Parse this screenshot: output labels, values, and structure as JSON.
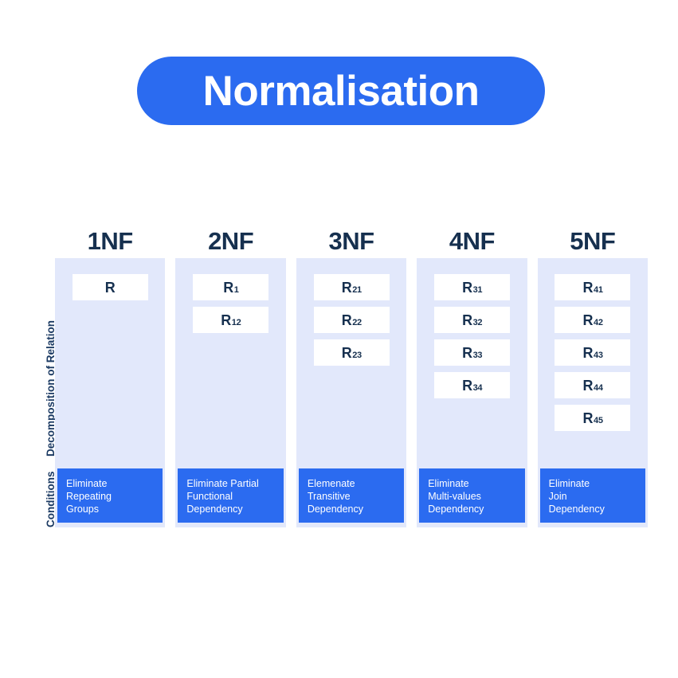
{
  "title": {
    "text": "Normalisation",
    "pill_color": "#2b6bf0",
    "text_color": "#ffffff"
  },
  "axis_labels": {
    "decomposition": "Decomposition of Relation",
    "conditions": "Conditions"
  },
  "colors": {
    "accent_blue": "#2b6bf0",
    "panel_lavender": "#e2e8fb",
    "heading_navy": "#16304f",
    "box_white": "#ffffff"
  },
  "chart_data": {
    "type": "table",
    "title": "Normalisation",
    "row_labels": [
      "Decomposition of Relation",
      "Conditions"
    ],
    "categories": [
      "1NF",
      "2NF",
      "3NF",
      "4NF",
      "5NF"
    ],
    "relations": [
      [
        "R"
      ],
      [
        "R1",
        "R12"
      ],
      [
        "R21",
        "R22",
        "R23"
      ],
      [
        "R31",
        "R32",
        "R33",
        "R34"
      ],
      [
        "R41",
        "R42",
        "R43",
        "R44",
        "R45"
      ]
    ],
    "relation_counts": [
      1,
      2,
      3,
      4,
      5
    ],
    "conditions": [
      "Eliminate Repeating Groups",
      "Eliminate Partial Functional Dependency",
      "Elemenate Transitive Dependency",
      "Eliminate Multi-values Dependency",
      "Eliminate Join Dependency"
    ]
  },
  "columns": [
    {
      "header": "1NF",
      "boxes": [
        {
          "base": "R",
          "sub": ""
        }
      ],
      "condition_lines": [
        "Eliminate",
        "Repeating",
        "Groups"
      ]
    },
    {
      "header": "2NF",
      "boxes": [
        {
          "base": "R",
          "sub": "1"
        },
        {
          "base": "R",
          "sub": "12"
        }
      ],
      "condition_lines": [
        "Eliminate Partial",
        "Functional",
        "Dependency"
      ]
    },
    {
      "header": "3NF",
      "boxes": [
        {
          "base": "R",
          "sub": "21"
        },
        {
          "base": "R",
          "sub": "22"
        },
        {
          "base": "R",
          "sub": "23"
        }
      ],
      "condition_lines": [
        "Elemenate",
        "Transitive",
        "Dependency"
      ]
    },
    {
      "header": "4NF",
      "boxes": [
        {
          "base": "R",
          "sub": "31"
        },
        {
          "base": "R",
          "sub": "32"
        },
        {
          "base": "R",
          "sub": "33"
        },
        {
          "base": "R",
          "sub": "34"
        }
      ],
      "condition_lines": [
        "Eliminate",
        "Multi-values",
        "Dependency"
      ]
    },
    {
      "header": "5NF",
      "boxes": [
        {
          "base": "R",
          "sub": "41"
        },
        {
          "base": "R",
          "sub": "42"
        },
        {
          "base": "R",
          "sub": "43"
        },
        {
          "base": "R",
          "sub": "44"
        },
        {
          "base": "R",
          "sub": "45"
        }
      ],
      "condition_lines": [
        "Eliminate",
        "Join",
        "Dependency"
      ]
    }
  ]
}
